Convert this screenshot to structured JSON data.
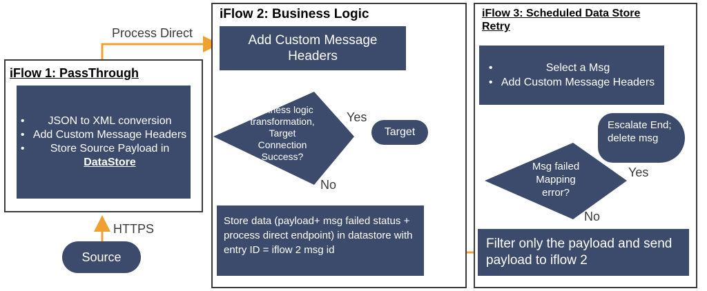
{
  "iflow1": {
    "title": "iFlow 1: PassThrough",
    "items": [
      "JSON to XML conversion",
      "Add Custom Message Headers",
      "Store Source Payload in"
    ],
    "datastore": "DataStore"
  },
  "iflow2": {
    "title": "iFlow 2: Business Logic",
    "headers_box": "Add Custom Message Headers",
    "decision": "Business logic transformation, Target Connection Success?",
    "target": "Target",
    "store_box": "Store data (payload+ msg failed status + process direct endpoint) in datastore with entry ID = iflow 2 msg id",
    "yes": "Yes",
    "no": "No"
  },
  "iflow3": {
    "title_line1": "iFlow 3: Scheduled Data Store",
    "title_line2": "Retry",
    "items": [
      "Select a Msg",
      "Add Custom Message Headers"
    ],
    "decision": "Msg failed Mapping error?",
    "escalate": "Escalate End; delete msg",
    "filter_box": "Filter only the payload and send payload to iflow 2",
    "yes": "Yes",
    "no": "No"
  },
  "connectors": {
    "process_direct": "Process Direct",
    "https": "HTTPS"
  },
  "source": "Source",
  "colors": {
    "box": "#3c4a6b",
    "arrow": "#f0a030",
    "frame": "#3a3a3a"
  }
}
